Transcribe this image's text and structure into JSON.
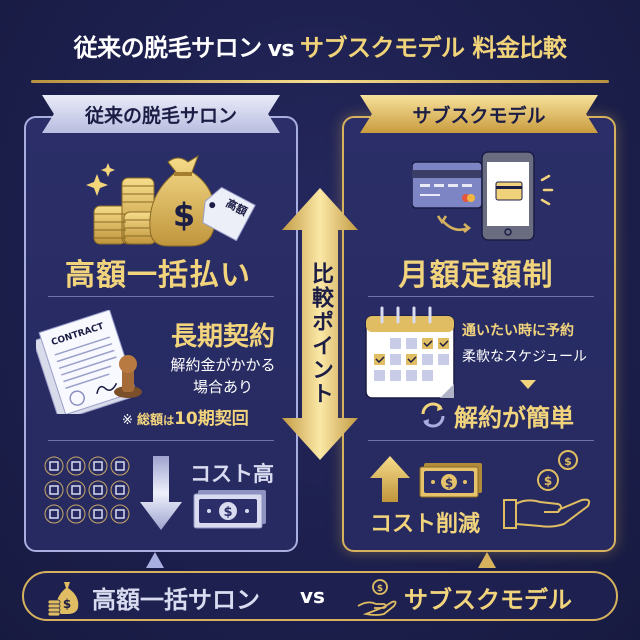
{
  "title": {
    "left": "従来の脱毛サロン",
    "vs": "vs",
    "right": "サブスクモデル 料金比較"
  },
  "colors": {
    "background": "#1c1f4c",
    "gold": "#f2d47d",
    "silver": "#b9bde0",
    "panel": "#2b2e68"
  },
  "center": {
    "label": "比較ポイント",
    "icon": "double-arrow-vertical-icon"
  },
  "left_panel": {
    "ribbon": "従来の脱毛サロン",
    "section1": {
      "icon": "money-bag-coins-icon",
      "tag": "高額",
      "label": "高額一括払い"
    },
    "section2": {
      "icon": "contract-stamp-icon",
      "contract_word": "CONTRACT",
      "heading": "長期契約",
      "line1": "解約金がかかる",
      "line2": "場合あり",
      "note_mark": "※",
      "note_a": "総額",
      "note_b": "は",
      "note_c": "10期契回"
    },
    "section3": {
      "icon": "coins-grid-icon",
      "arrow": "arrow-down-icon",
      "label": "コスト高",
      "bill_icon": "banknote-icon"
    }
  },
  "right_panel": {
    "ribbon": "サブスクモデル",
    "section1": {
      "icon": "card-phone-payment-icon",
      "label": "月額定額制"
    },
    "section2": {
      "icon": "calendar-check-icon",
      "line1": "通いたい時に予約",
      "line2": "柔軟なスケジュール",
      "arrow": "triangle-down-icon",
      "refresh_icon": "refresh-icon",
      "heading": "解約が簡単"
    },
    "section3": {
      "arrow": "arrow-up-icon",
      "bill_icon": "banknote-icon",
      "label": "コスト削減",
      "hand_icon": "hand-coins-icon"
    }
  },
  "bottom_bar": {
    "left_icon": "money-bag-icon",
    "left_label": "高額一括サロン",
    "vs": "vs",
    "right_icon": "hand-coin-icon",
    "right_label": "サブスクモデル"
  }
}
